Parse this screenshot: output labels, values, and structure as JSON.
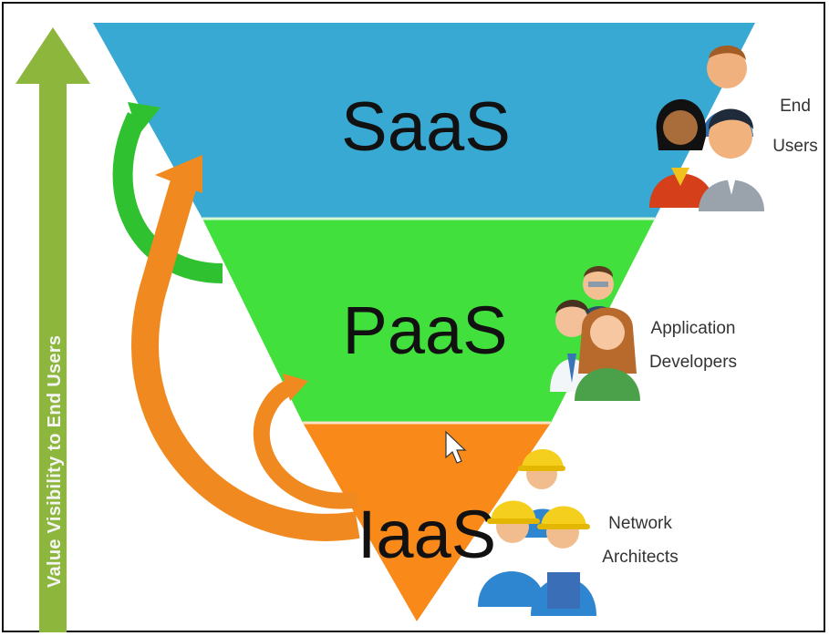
{
  "axis": {
    "label": "Value Visibility to End Users"
  },
  "tiers": [
    {
      "name": "SaaS",
      "role_line1": "End",
      "role_line2": "Users",
      "color": "#38a9d3"
    },
    {
      "name": "PaaS",
      "role_line1": "Application",
      "role_line2": "Developers",
      "color": "#3ee03a"
    },
    {
      "name": "IaaS",
      "role_line1": "Network",
      "role_line2": "Architects",
      "color": "#f98a1a"
    }
  ],
  "colors": {
    "axis_arrow": "#8cb63c",
    "green_arrow": "#2fc12f",
    "orange_arrow": "#f08a20"
  },
  "icons": [
    "arrow-up-icon",
    "end-users-icon",
    "developers-icon",
    "architects-icon",
    "cursor-icon"
  ]
}
